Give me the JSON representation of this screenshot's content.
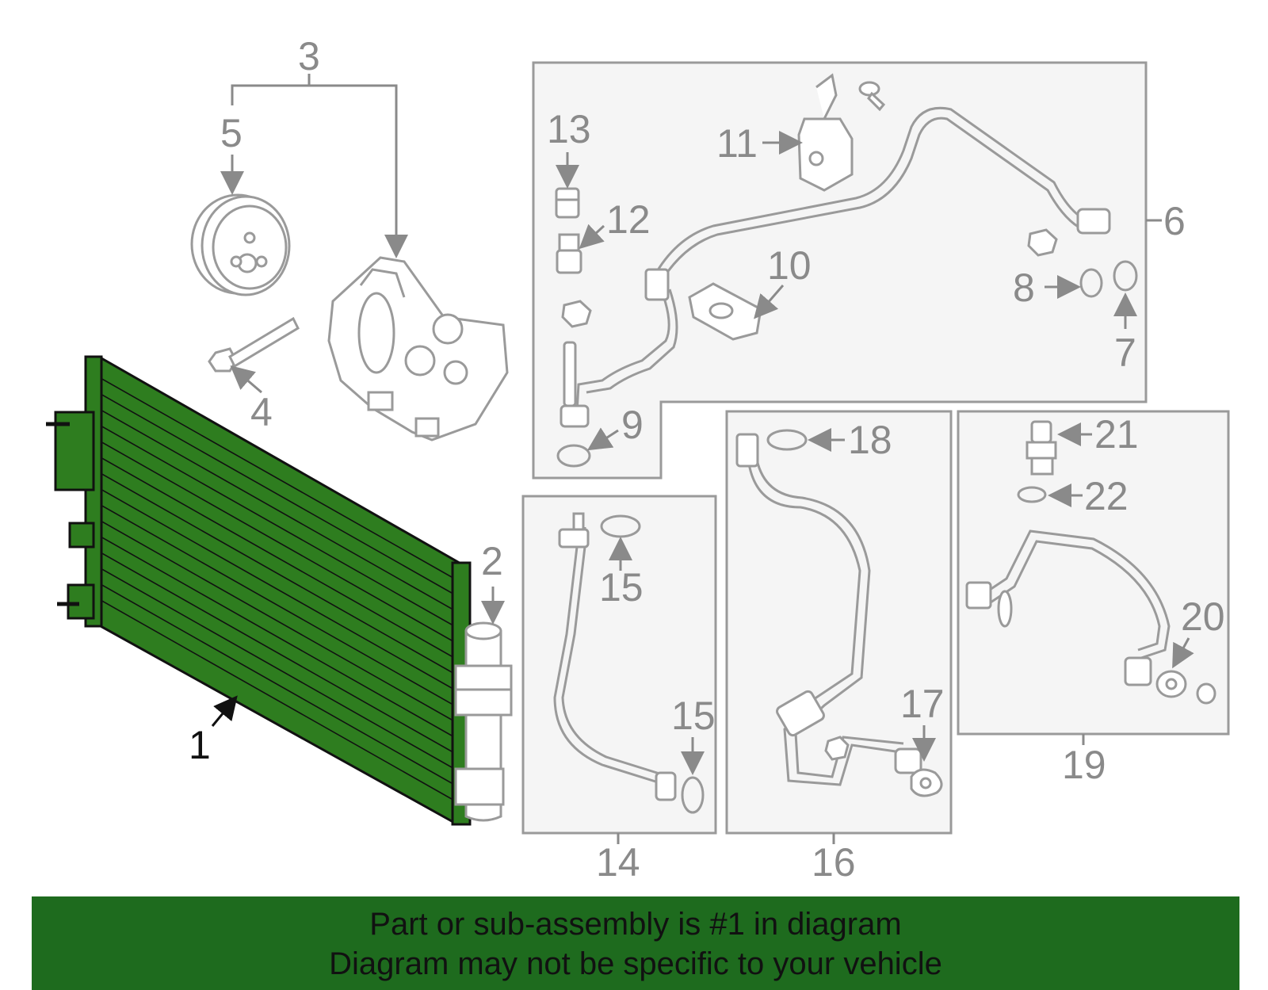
{
  "colors": {
    "highlight_fill": "#2e7d1f",
    "part_line": "#9a9a9a",
    "panel_fill": "#f5f5f5",
    "banner_bg": "#1e6b1e"
  },
  "callouts": {
    "c1": "1",
    "c2": "2",
    "c3": "3",
    "c4": "4",
    "c5": "5",
    "c6": "6",
    "c7": "7",
    "c8": "8",
    "c9": "9",
    "c10": "10",
    "c11": "11",
    "c12": "12",
    "c13": "13",
    "c14": "14",
    "c15a": "15",
    "c15b": "15",
    "c16": "16",
    "c17": "17",
    "c18": "18",
    "c19": "19",
    "c20": "20",
    "c21": "21",
    "c22": "22"
  },
  "banner": {
    "line1": "Part or sub-assembly is #1 in diagram",
    "line2": "Diagram may not be specific to your vehicle"
  }
}
